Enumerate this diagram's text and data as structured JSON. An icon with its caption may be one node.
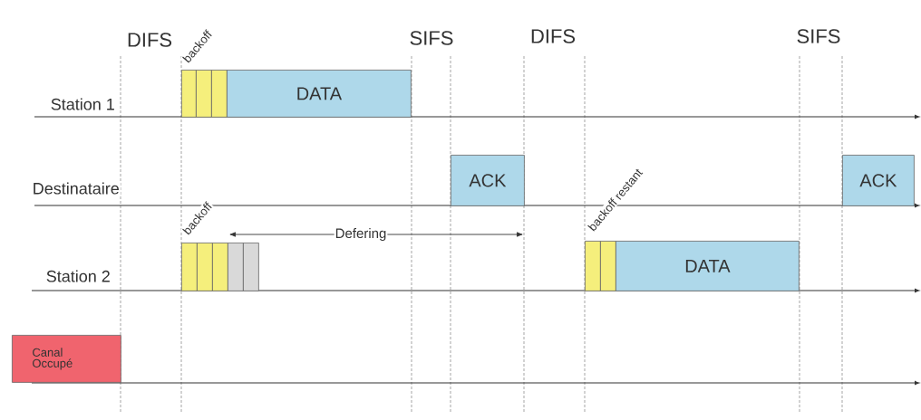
{
  "diagram": {
    "nodes": [
      {
        "text": [],
        "shape": "box"
      },
      {
        "text": [],
        "shape": "box"
      },
      {
        "text": [],
        "shape": "box"
      },
      {
        "text": [
          "DATA"
        ]
      },
      {
        "text": [
          "ACK"
        ]
      },
      {
        "text": [
          "ACK"
        ]
      },
      {
        "text": [],
        "shape": "box"
      },
      {
        "text": [],
        "shape": "box"
      },
      {
        "text": [],
        "shape": "box"
      },
      {
        "text": [],
        "shape": "box"
      },
      {
        "text": [],
        "shape": "box"
      },
      {
        "text": [],
        "shape": "box"
      },
      {
        "text": [],
        "shape": "box"
      },
      {
        "text": [
          "DATA"
        ]
      },
      {
        "text": [
          "Canal Occupé"
        ]
      }
    ],
    "labels": [
      "DIFS",
      "backoff",
      "SIFS",
      "DIFS",
      "SIFS",
      "Station 1",
      "backoff restant",
      "Destinataire",
      "backoff",
      "Defering",
      "Station 2"
    ]
  }
}
